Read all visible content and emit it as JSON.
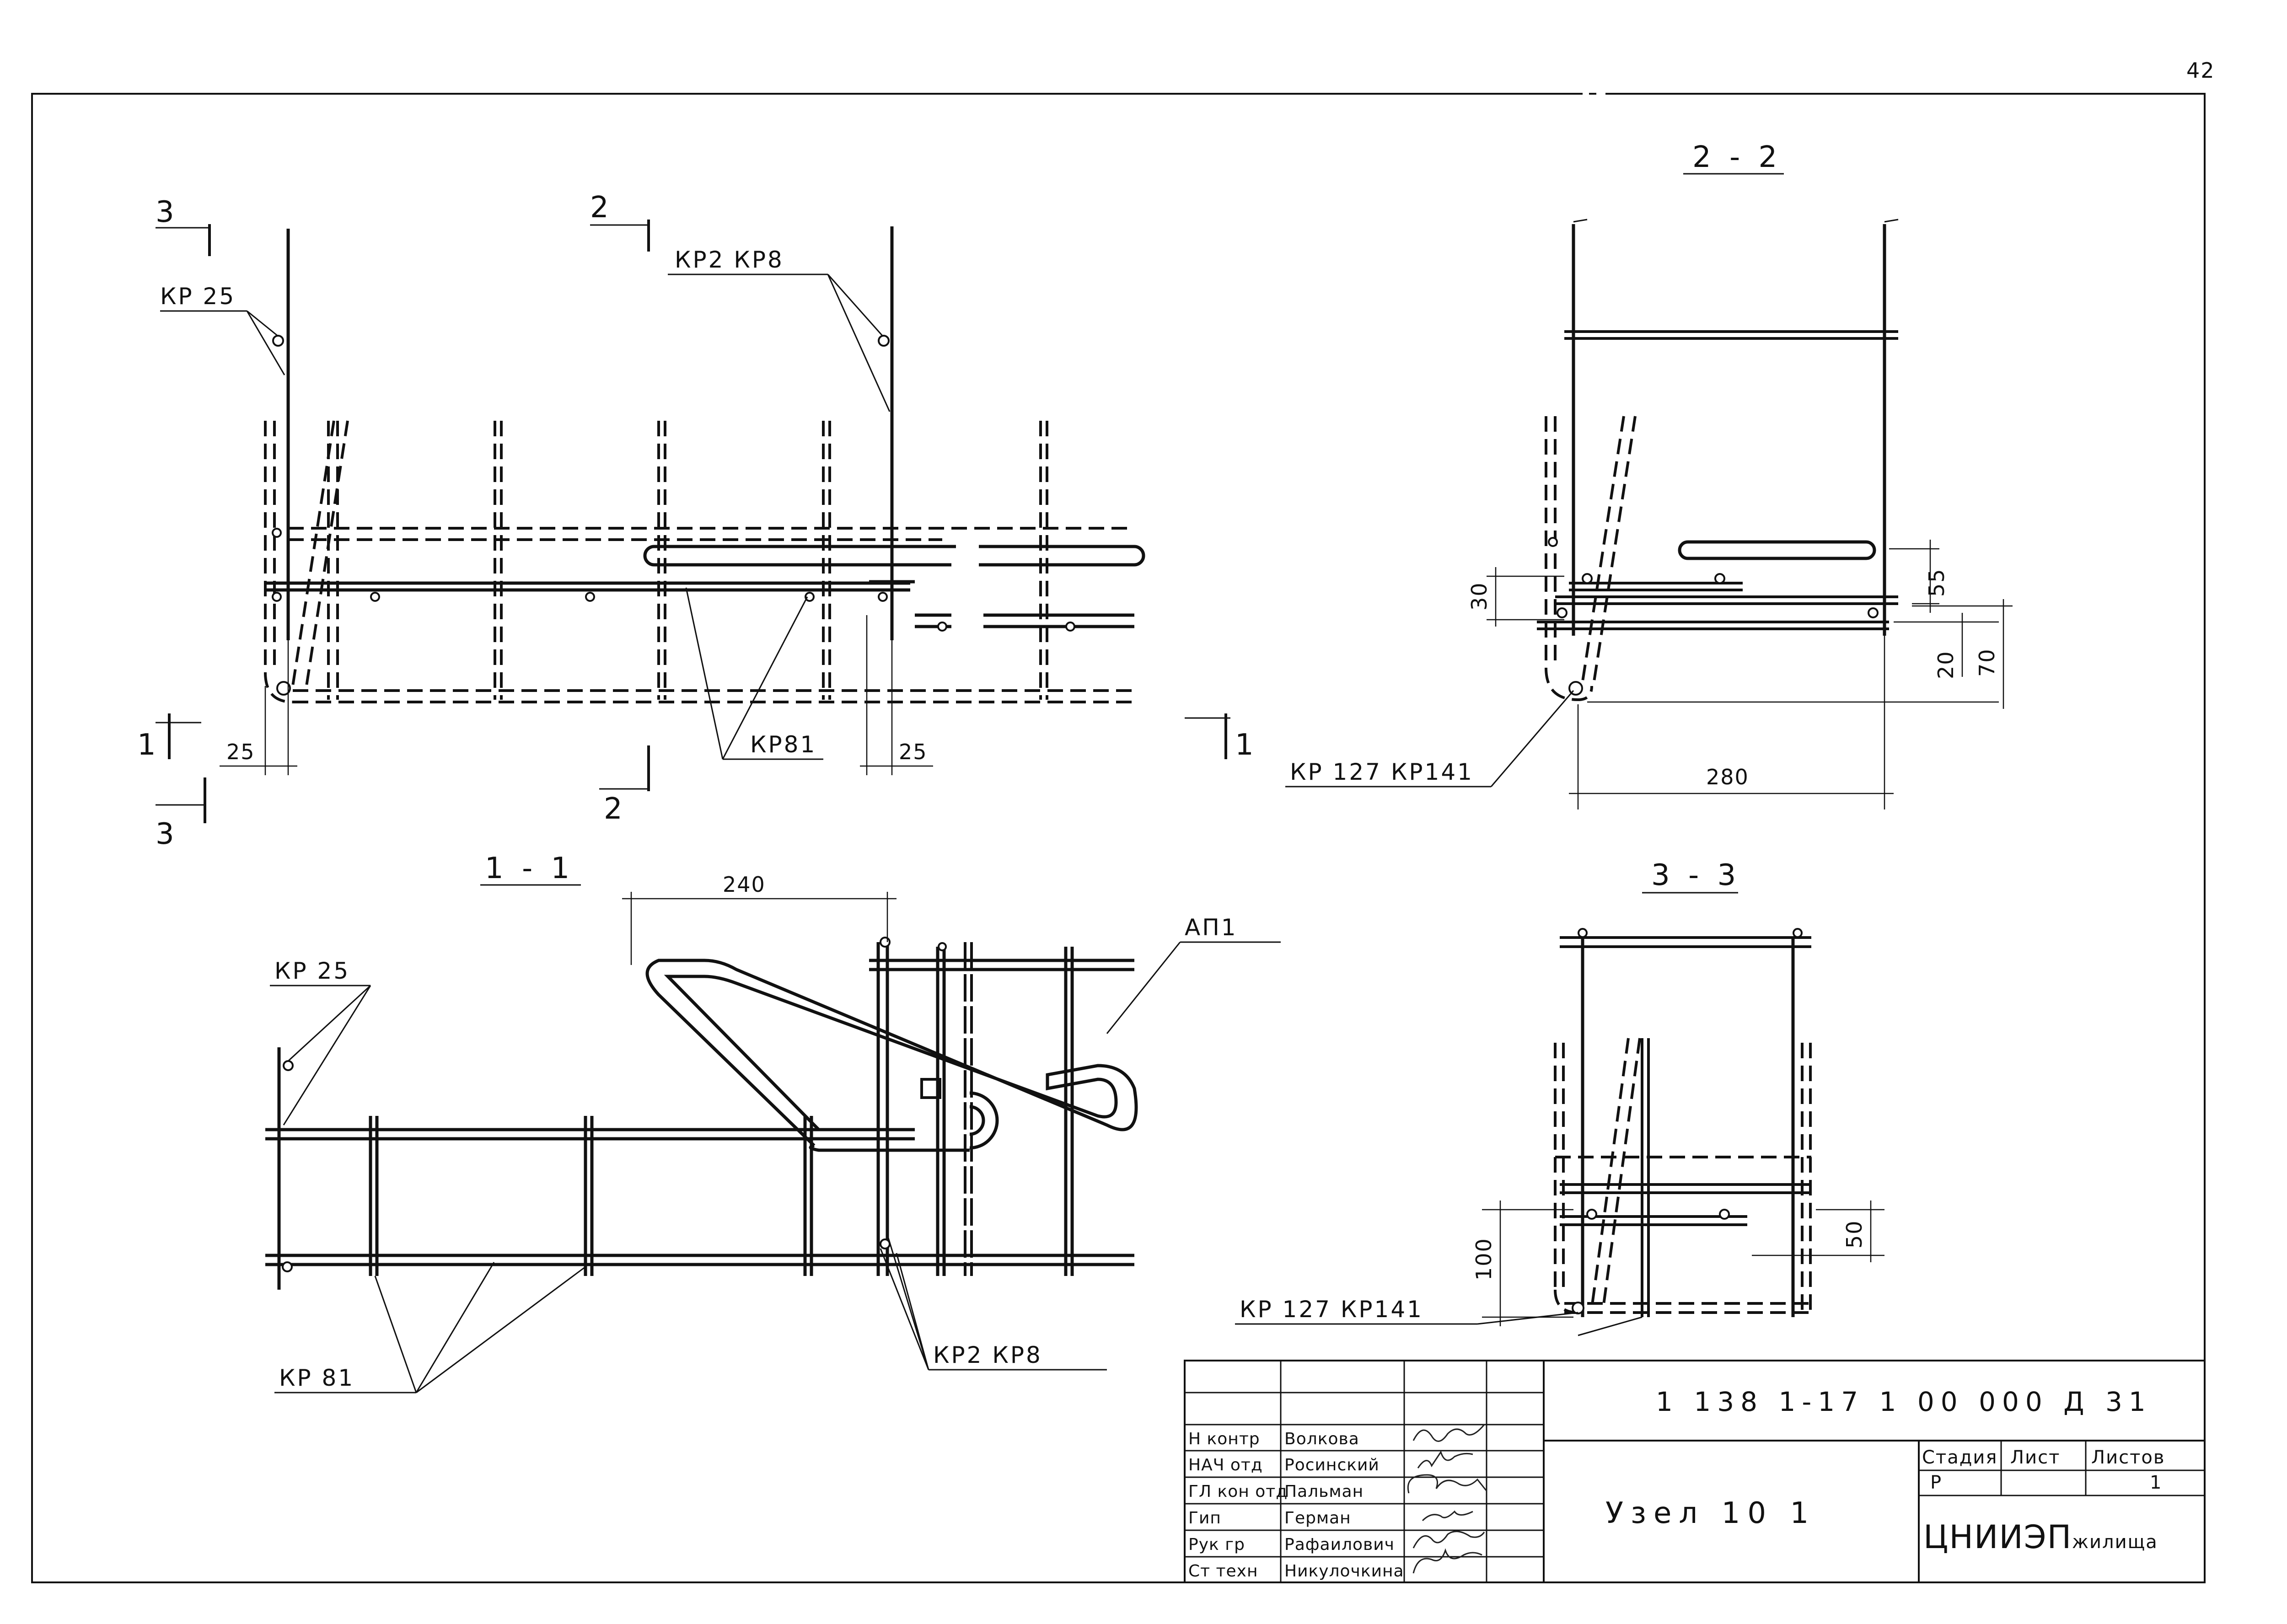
{
  "sheet_number": "42",
  "sections": {
    "s22": "2 - 2",
    "s11": "1 - 1",
    "s33": "3 - 3"
  },
  "cut_marks": {
    "c3": "3",
    "c2": "2",
    "c1": "1"
  },
  "labels": {
    "kp25": "КР 25",
    "kp2_kp8": "КР2   КР8",
    "kp81": "КР81",
    "kp81_b": "КР 81",
    "kp2_kp8_b": "КР2   КР8",
    "kp127_kp141": "КР 127   КР141",
    "kp127_kp141_b": "КР 127   КР141",
    "ap1": "АП1"
  },
  "dimensions": {
    "d25_left": "25",
    "d25_right": "25",
    "d240": "240",
    "d280": "280",
    "d30": "30",
    "d55": "55",
    "d20": "20",
    "d70": "70",
    "d100": "100",
    "d50": "50"
  },
  "title_block": {
    "doc_code": "1 138 1-17 1 00 000 Д 31",
    "title": "Узел 10 1",
    "stage_header": "Стадия",
    "sheet_header": "Лист",
    "sheets_header": "Листов",
    "stage": "Р",
    "sheet": "",
    "sheets": "1",
    "org": "ЦНИИЭП",
    "org_suffix": "жилища",
    "people": [
      {
        "role": "Н контр",
        "name": "Волкова"
      },
      {
        "role": "НАЧ отд",
        "name": "Росинский"
      },
      {
        "role": "ГЛ кон отд",
        "name": "Пальман"
      },
      {
        "role": "Гип",
        "name": "Герман"
      },
      {
        "role": "Рук гр",
        "name": "Рафаилович"
      },
      {
        "role": "Ст техн",
        "name": "Никулочкина"
      }
    ]
  }
}
